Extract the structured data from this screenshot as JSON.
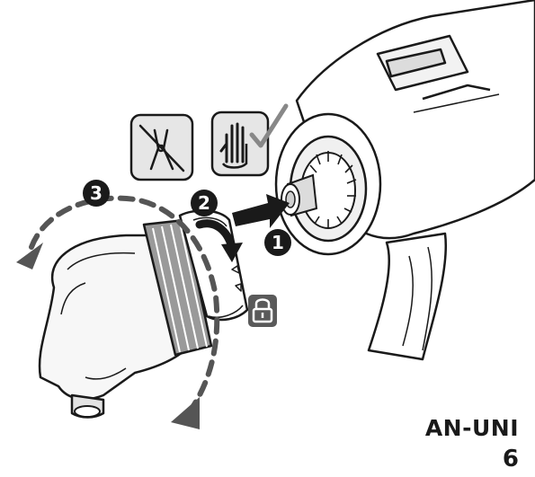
{
  "steps": {
    "step1": "1",
    "step2": "2",
    "step3": "3"
  },
  "icons": {
    "no_tool": "no-pliers-icon",
    "hand_ok": "hand-check-icon",
    "lock": "lock-icon"
  },
  "caption": {
    "line1": "AN-UNI",
    "line2": "6"
  },
  "colors": {
    "ink": "#1a1a1a",
    "dash": "#555555",
    "icon_bg": "#e6e6e6",
    "lock_bg": "#5a5a5a"
  }
}
